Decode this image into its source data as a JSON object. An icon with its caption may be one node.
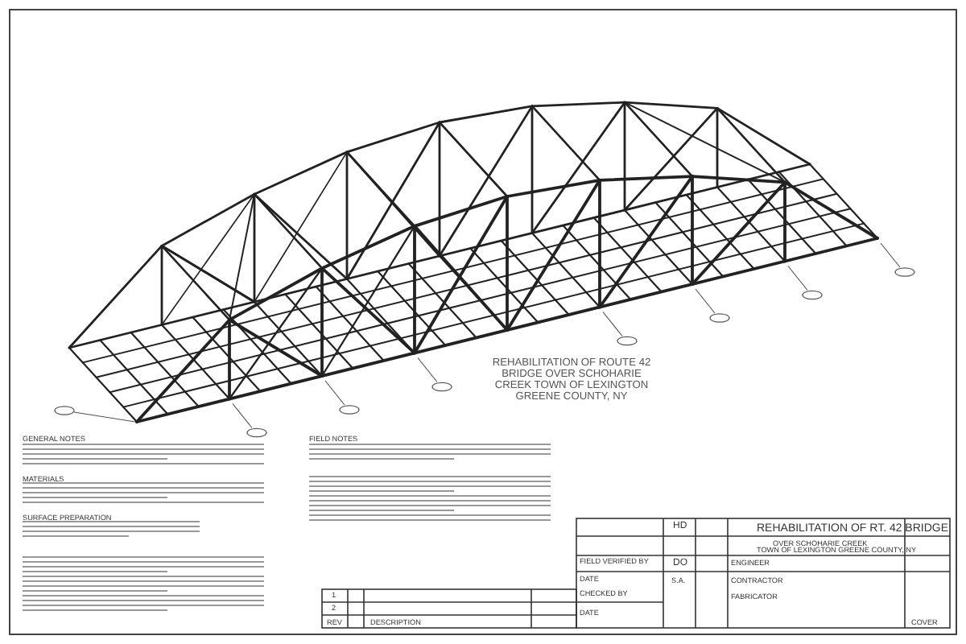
{
  "diagram": {
    "title": "REHABILITATION OF ROUTE 42 BRIDGE OVER SCHOHARIE CREEK TOWN OF LEXINGTON GREENE COUNTY, NY",
    "labels": [
      "GENERAL NOTES",
      "MATERIALS",
      "SURFACE PREPARATION",
      "FIELD NOTES",
      "REHABILITATION OF RT. 42 BRIDGE",
      "OVER SCHOHARIE CREEK",
      "TOWN OF LEXINGTON GREENE COUNTY, NY",
      "ENGINEER",
      "CONTRACTOR",
      "FABRICATOR",
      "FIELD VERIFIED BY",
      "DATE",
      "CHECKED BY",
      "DATE",
      "HD",
      "DO",
      "S.A.",
      "COVER",
      "1",
      "2",
      "REV",
      "DESCRIPTION"
    ]
  }
}
